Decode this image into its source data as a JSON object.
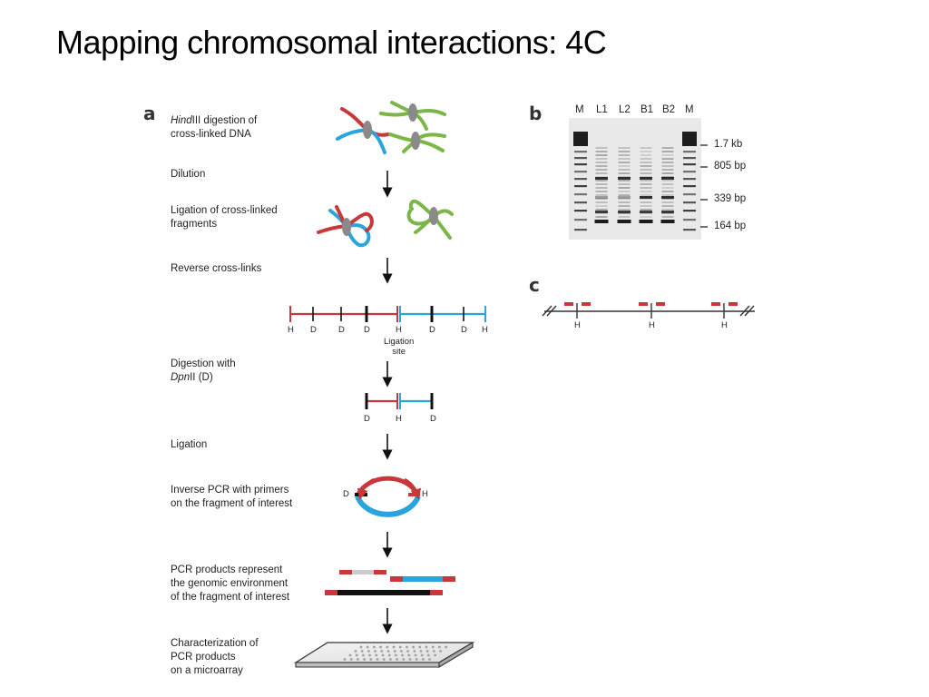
{
  "slide": {
    "title": "Mapping chromosomal interactions: 4C"
  },
  "panels": {
    "a": "a",
    "b": "b",
    "c": "c"
  },
  "steps": [
    {
      "lines": [
        [
          "Hind",
          "III digestion of"
        ],
        [
          "",
          "cross-linked DNA"
        ]
      ]
    },
    {
      "lines": [
        [
          "",
          "Dilution"
        ]
      ]
    },
    {
      "lines": [
        [
          "",
          "Ligation of cross-linked"
        ],
        [
          "",
          "fragments"
        ]
      ]
    },
    {
      "lines": [
        [
          "",
          "Reverse cross-links"
        ]
      ]
    },
    {
      "lines": [
        [
          "",
          "Digestion with"
        ],
        [
          "Dpn",
          "II (D)"
        ]
      ]
    },
    {
      "lines": [
        [
          "",
          "Ligation"
        ]
      ]
    },
    {
      "lines": [
        [
          "",
          "Inverse PCR with primers"
        ],
        [
          "",
          "on the fragment of interest"
        ]
      ]
    },
    {
      "lines": [
        [
          "",
          "PCR products represent"
        ],
        [
          "",
          "the genomic environment"
        ],
        [
          "",
          "of the fragment of interest"
        ]
      ]
    },
    {
      "lines": [
        [
          "",
          "Characterization of"
        ],
        [
          "",
          "PCR products"
        ],
        [
          "",
          "on a microarray"
        ]
      ]
    }
  ],
  "linear_map": {
    "site_labels": [
      "H",
      "D",
      "D",
      "D",
      "H",
      "D",
      "D",
      "H"
    ],
    "ligation_label": [
      "Ligation",
      "site"
    ]
  },
  "digest_map": {
    "site_labels": [
      "D",
      "H",
      "D"
    ]
  },
  "circle_labels": {
    "left": "D",
    "right": "H"
  },
  "gel": {
    "lanes": [
      "M",
      "L1",
      "L2",
      "B1",
      "B2",
      "M"
    ],
    "size_markers": [
      "1.7 kb",
      "805 bp",
      "339 bp",
      "164 bp"
    ]
  },
  "panel_c": {
    "site_labels": [
      "H",
      "H",
      "H"
    ]
  },
  "colors": {
    "red": "#c8383a",
    "blue": "#2aa4dc",
    "green": "#7ab648",
    "gray": "#8a8a8a",
    "black": "#111111"
  }
}
